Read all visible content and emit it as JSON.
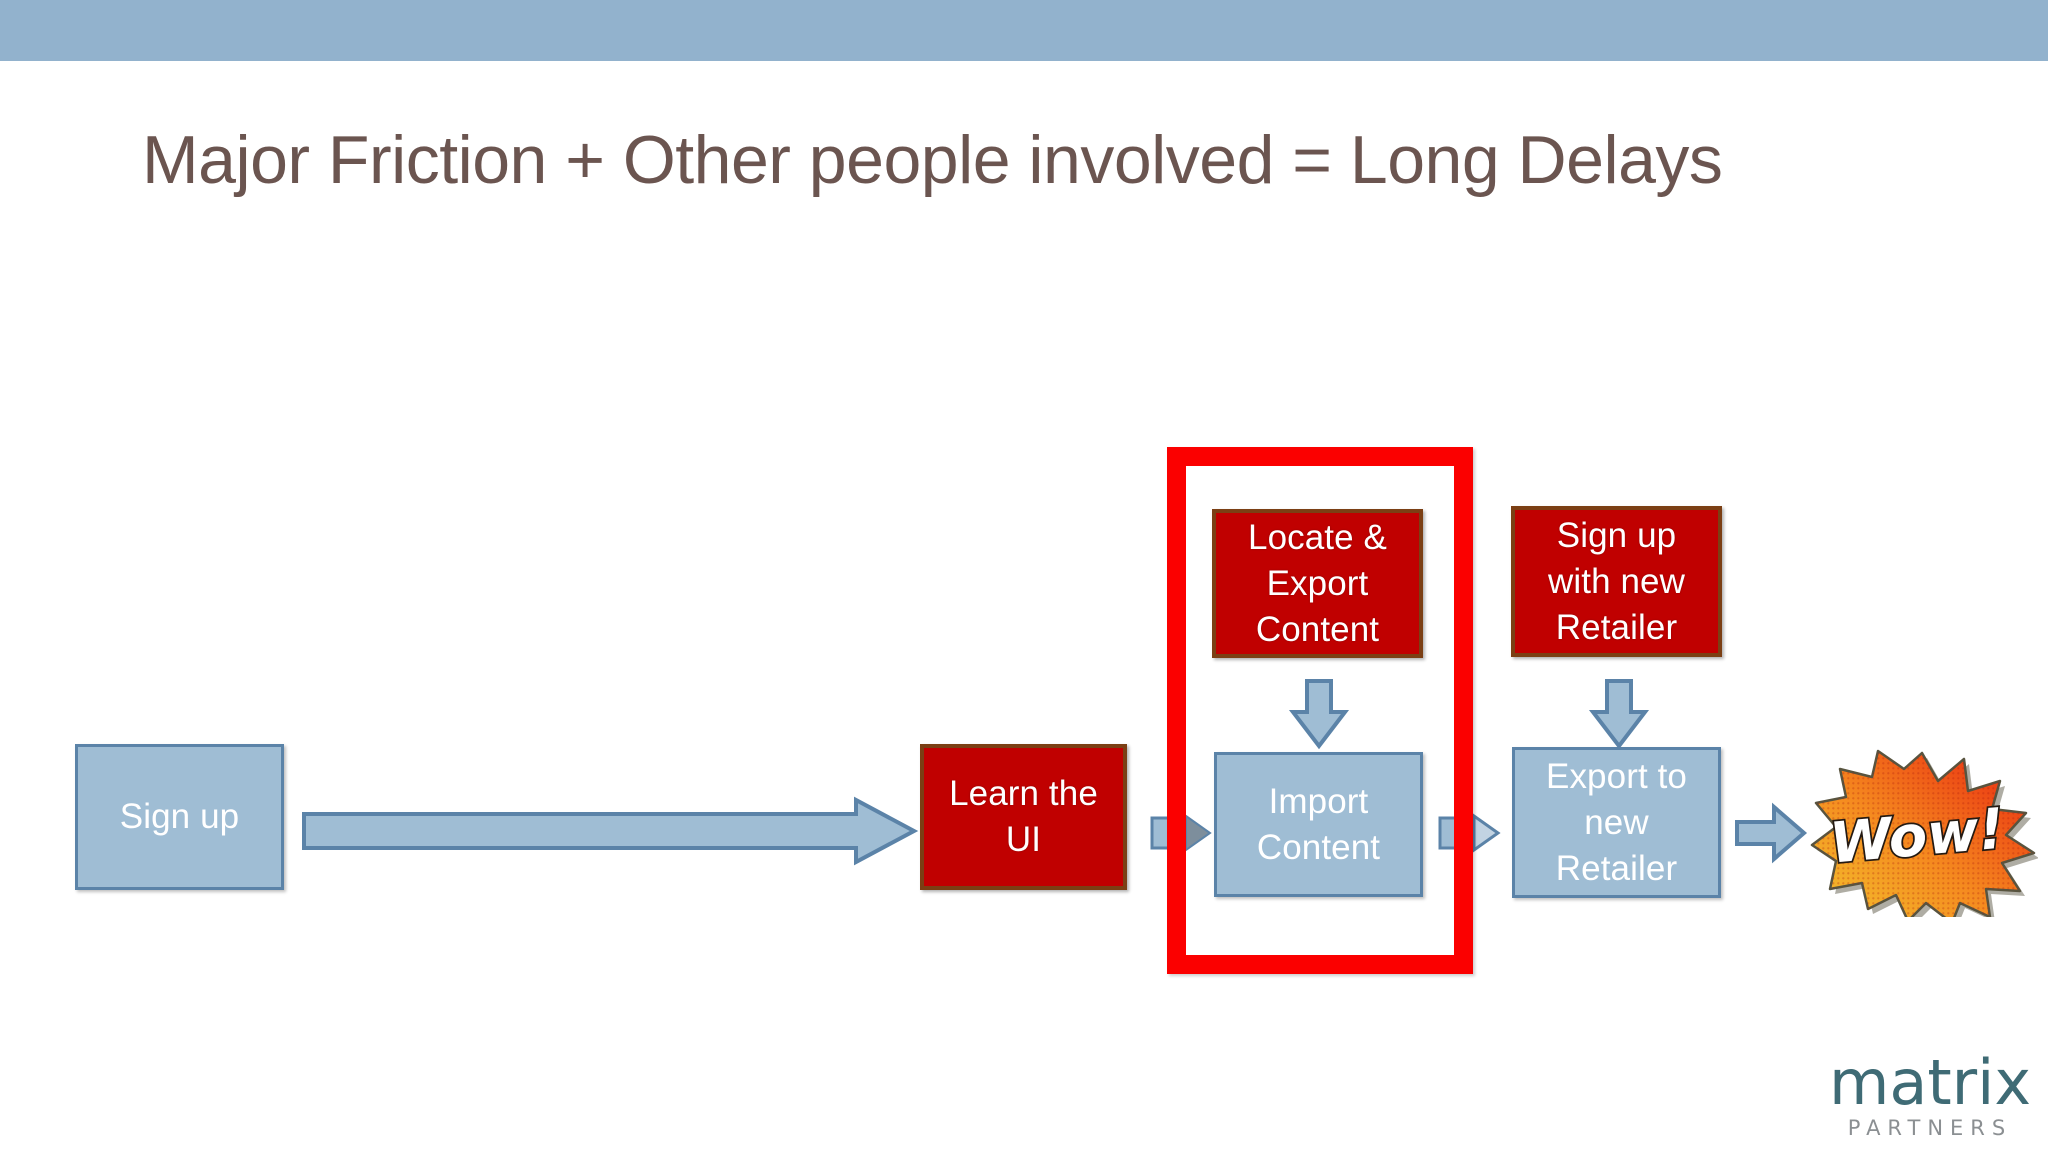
{
  "slide": {
    "title": "Major Friction + Other people involved = Long Delays",
    "background_color": "#ffffff",
    "header_band_color": "#92b2cd",
    "title_color": "#6b5550"
  },
  "palette": {
    "blue_fill": "#9fbdd4",
    "blue_border": "#5b83a8",
    "red_fill": "#c00000",
    "red_border": "#7b3f14",
    "highlight_red": "#fb0000",
    "arrow_fill": "#9fbdd4",
    "arrow_border": "#5b83a8"
  },
  "flow": {
    "boxes": [
      {
        "id": "sign-up",
        "label": "Sign up",
        "style": "blue"
      },
      {
        "id": "learn-the-ui",
        "label": "Learn the UI",
        "style": "red"
      },
      {
        "id": "locate-and-export-content",
        "label": "Locate & Export Content",
        "style": "red"
      },
      {
        "id": "import-content",
        "label": "Import Content",
        "style": "blue"
      },
      {
        "id": "sign-up-with-new-retailer",
        "label": "Sign up with new Retailer",
        "style": "red"
      },
      {
        "id": "export-to-new-retailer",
        "label": "Export to new Retailer",
        "style": "blue"
      }
    ],
    "connectors": [
      {
        "id": "long-arrow-signup-to-learn",
        "direction": "right"
      },
      {
        "id": "connector-learn-to-import",
        "direction": "right"
      },
      {
        "id": "connector-import-to-export",
        "direction": "right"
      },
      {
        "id": "arrow-locate-to-import",
        "direction": "down"
      },
      {
        "id": "arrow-signup-to-export",
        "direction": "down"
      },
      {
        "id": "arrow-export-to-wow",
        "direction": "right"
      }
    ],
    "highlight": {
      "id": "friction-highlight-frame",
      "color": "#fb0000",
      "encloses": [
        "locate-and-export-content",
        "import-content"
      ]
    }
  },
  "wow": {
    "text": "Wow!",
    "shape": "starburst",
    "color_hot": "#ea2010",
    "color_warm": "#f5c030"
  },
  "logo": {
    "name": "matrix",
    "tagline": "PARTNERS",
    "name_color": "#3f6b75",
    "tagline_color": "#8b8f92"
  }
}
